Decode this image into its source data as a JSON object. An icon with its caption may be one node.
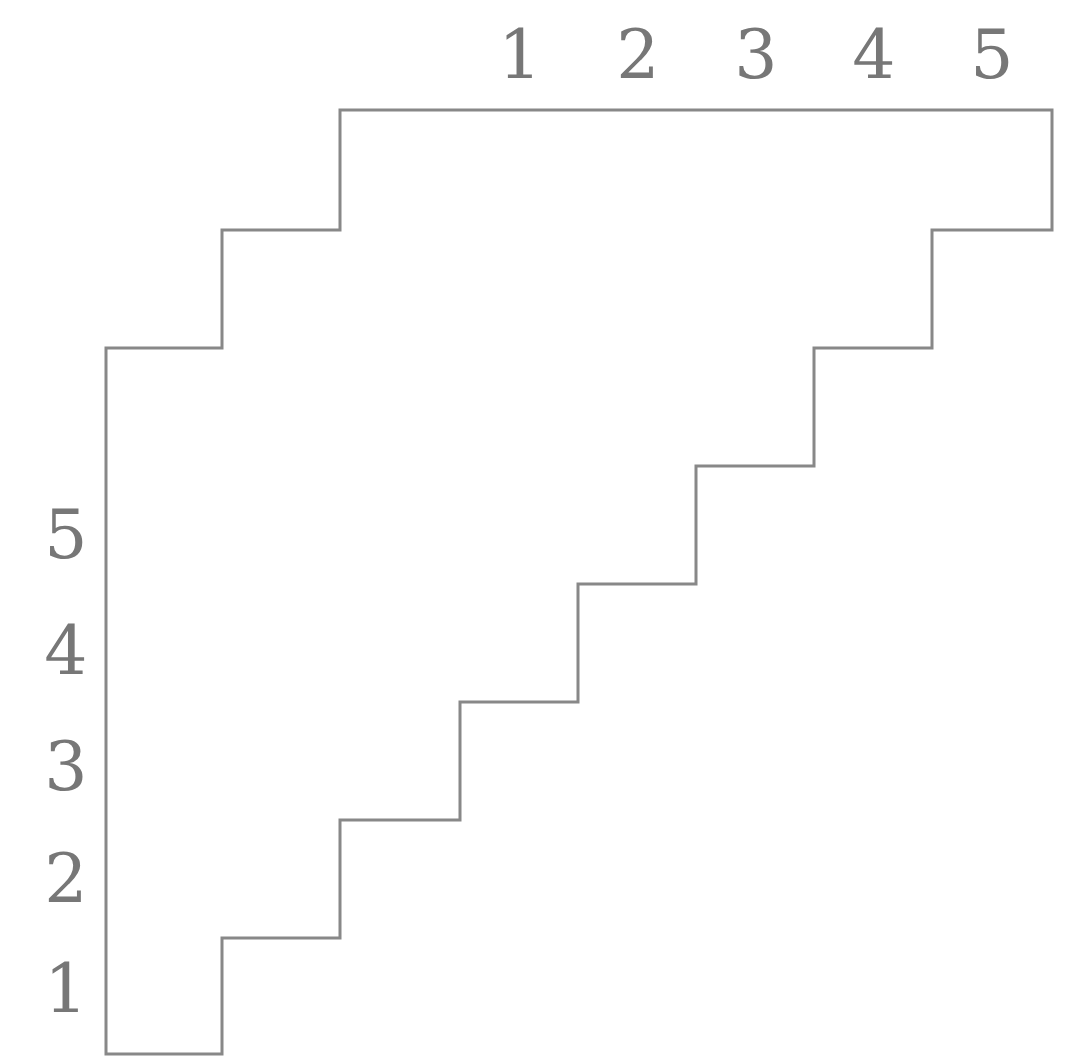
{
  "diagram": {
    "labels": [
      "1",
      "2",
      "3",
      "4",
      "5",
      "5",
      "4",
      "3",
      "2",
      "1"
    ]
  }
}
